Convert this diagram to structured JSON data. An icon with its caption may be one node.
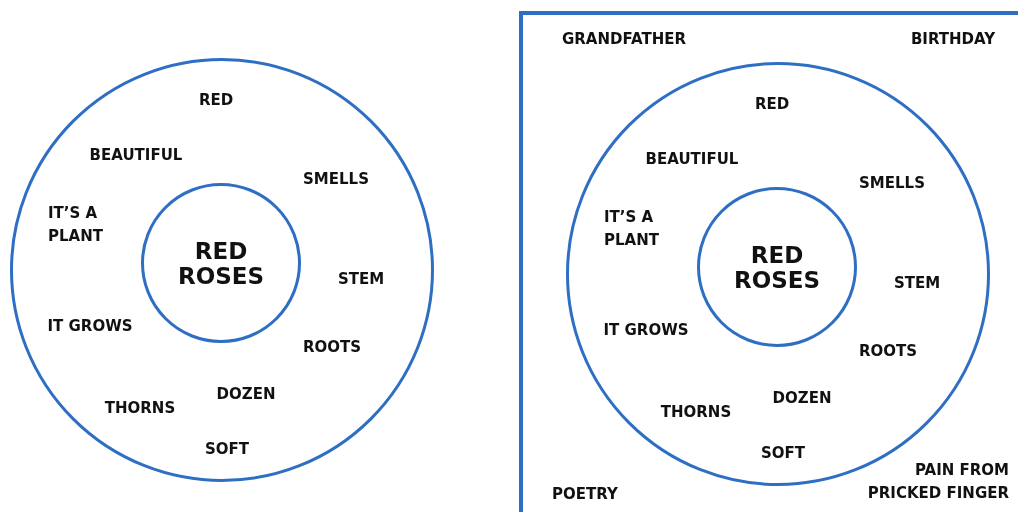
{
  "diagram": {
    "nodes": [
      {
        "text": [
          "RED",
          "BEAUTIFUL",
          "SMELLS",
          "IT’S A PLANT",
          "STEM",
          "IT GROWS",
          "ROOTS",
          "DOZEN",
          "THORNS",
          "SOFT"
        ]
      },
      {
        "text": [
          "RED ROSES"
        ],
        "in": 0
      },
      {
        "text": [
          "GRANDFATHER",
          "BIRTHDAY",
          "POETRY",
          "PAIN FROM PRICKED FINGER"
        ]
      },
      {
        "text": [
          "RED",
          "BEAUTIFUL",
          "SMELLS",
          "IT’S A PLANT",
          "STEM",
          "IT GROWS",
          "ROOTS",
          "DOZEN",
          "THORNS",
          "SOFT"
        ],
        "in": 2
      },
      {
        "text": [
          "RED ROSES"
        ],
        "in": 3
      }
    ]
  }
}
